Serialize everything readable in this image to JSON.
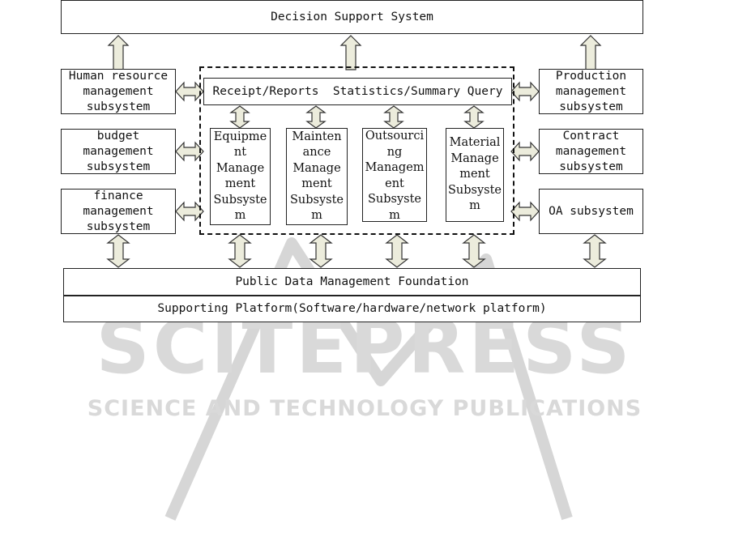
{
  "top": {
    "label": "Decision Support System"
  },
  "left": [
    {
      "label": "Human resource\nmanagement\nsubsystem"
    },
    {
      "label": "budget\nmanagement\nsubsystem"
    },
    {
      "label": "finance\nmanagement\nsubsystem"
    }
  ],
  "right": [
    {
      "label": "Production\nmanagement\nsubsystem"
    },
    {
      "label": "Contract\nmanagement\nsubsystem"
    },
    {
      "label": "OA subsystem"
    }
  ],
  "center": {
    "query_bar": "Receipt/Reports  Statistics/Summary Query",
    "subsystems": [
      {
        "label": "Equipme\nnt\nManage\nment\nSubsyste\nm"
      },
      {
        "label": "Mainten\nance\nManage\nment\nSubsyste\nm"
      },
      {
        "label": "Outsourci\nng\nManagem\nent\nSubsyste\nm"
      },
      {
        "label": "Material\nManage\nment\nSubsyste\nm"
      }
    ]
  },
  "bottom": {
    "foundation": "Public Data Management Foundation",
    "platform": "Supporting Platform(Software/hardware/network platform)"
  },
  "watermark": {
    "brand": "SCITEPRESS",
    "tagline": "SCIENCE AND TECHNOLOGY PUBLICATIONS",
    "color": "#d9d9d9"
  }
}
